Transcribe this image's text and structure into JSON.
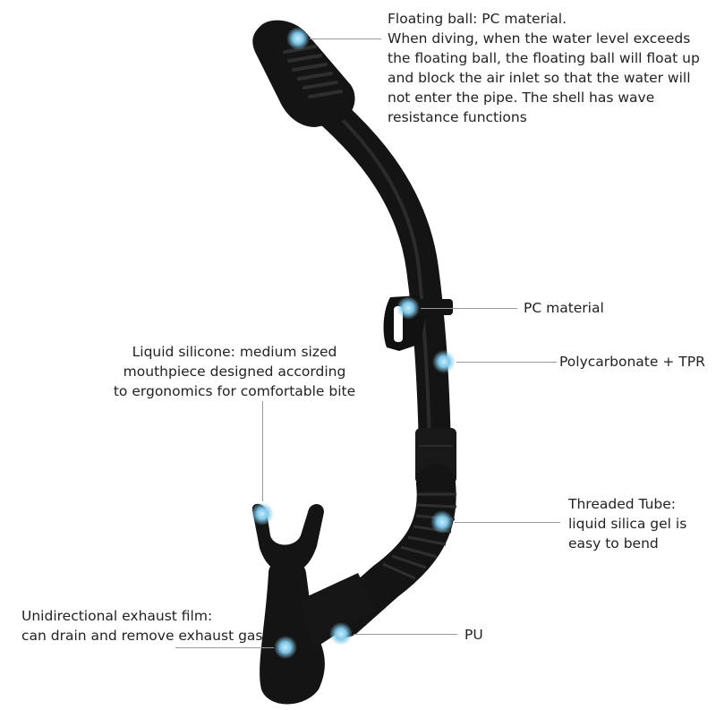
{
  "annotations": {
    "floating_ball": [
      "Floating ball: PC material.",
      "When diving, when the water level exceeds",
      "the floating ball, the floating ball will float up",
      "and block the air inlet so that the water will",
      "not enter the pipe. The shell has wave",
      "resistance functions"
    ],
    "pc_material": "PC material",
    "polycarbonate": "Polycarbonate + TPR",
    "liquid_silicone": [
      "Liquid silicone: medium sized",
      "mouthpiece designed according",
      "to ergonomics for comfortable bite"
    ],
    "threaded_tube": [
      "Threaded Tube:",
      "liquid silica gel is",
      "easy to bend"
    ],
    "exhaust_film": [
      "Unidirectional exhaust film:",
      "can drain and remove exhaust gas"
    ],
    "pu": "PU"
  },
  "colors": {
    "snorkel_body": "#141414",
    "snorkel_highlight": "#3a3a3a",
    "marker_dot": "#7fc8ea",
    "leader_line": "#9a9a9a"
  }
}
